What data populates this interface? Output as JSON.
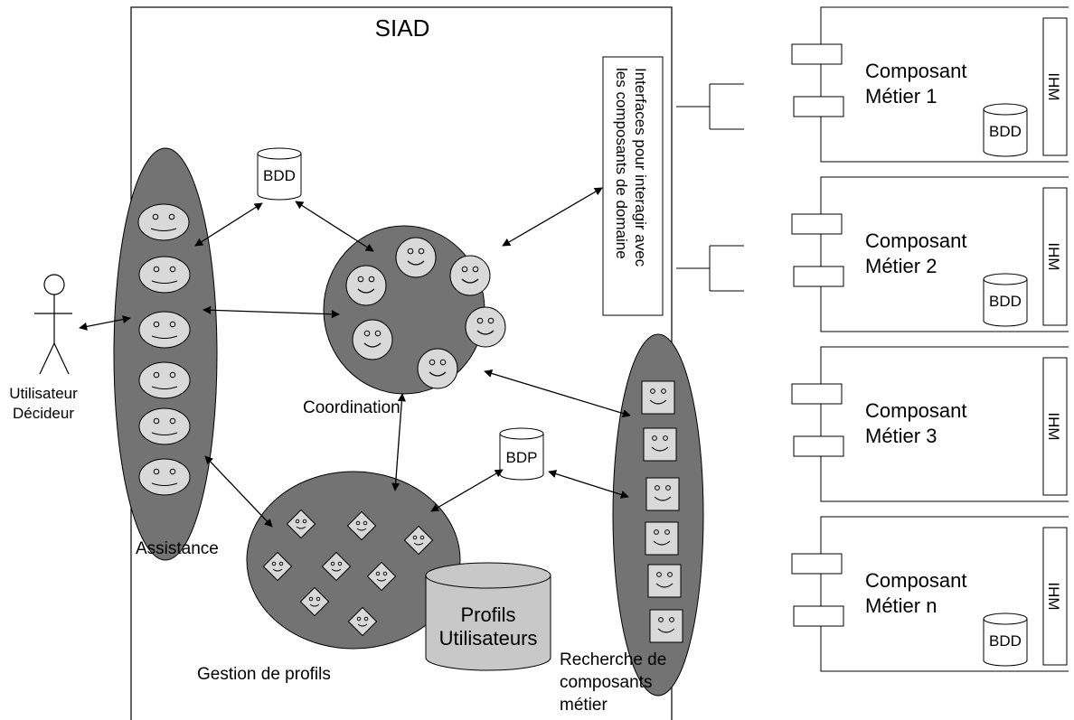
{
  "system": {
    "title": "SIAD"
  },
  "actor": {
    "line1": "Utilisateur",
    "line2": "Décideur"
  },
  "databases": {
    "bdd": "BDD",
    "bdp": "BDP",
    "profils_line1": "Profils",
    "profils_line2": "Utilisateurs"
  },
  "groups": {
    "assistance": "Assistance",
    "coordination": "Coordination",
    "gestion": "Gestion de profils",
    "recherche_line1": "Recherche de",
    "recherche_line2": "composants",
    "recherche_line3": "métier"
  },
  "interface": {
    "line1": "Interfaces pour interagir avec",
    "line2": "les composants de domaine"
  },
  "components": [
    {
      "line1": "Composant",
      "line2": "Métier 1",
      "ihm": "IHM",
      "db": "BDD"
    },
    {
      "line1": "Composant",
      "line2": "Métier 2",
      "ihm": "IHM",
      "db": "BDD"
    },
    {
      "line1": "Composant",
      "line2": "Métier 3",
      "ihm": "IHM",
      "db": ""
    },
    {
      "line1": "Composant",
      "line2": "Métier n",
      "ihm": "IHM",
      "db": "BDD"
    }
  ],
  "colors": {
    "group_fill": "#737373",
    "agent_fill": "#d9d9d9",
    "profils_fill": "#c8c8c8",
    "line": "#000000"
  }
}
